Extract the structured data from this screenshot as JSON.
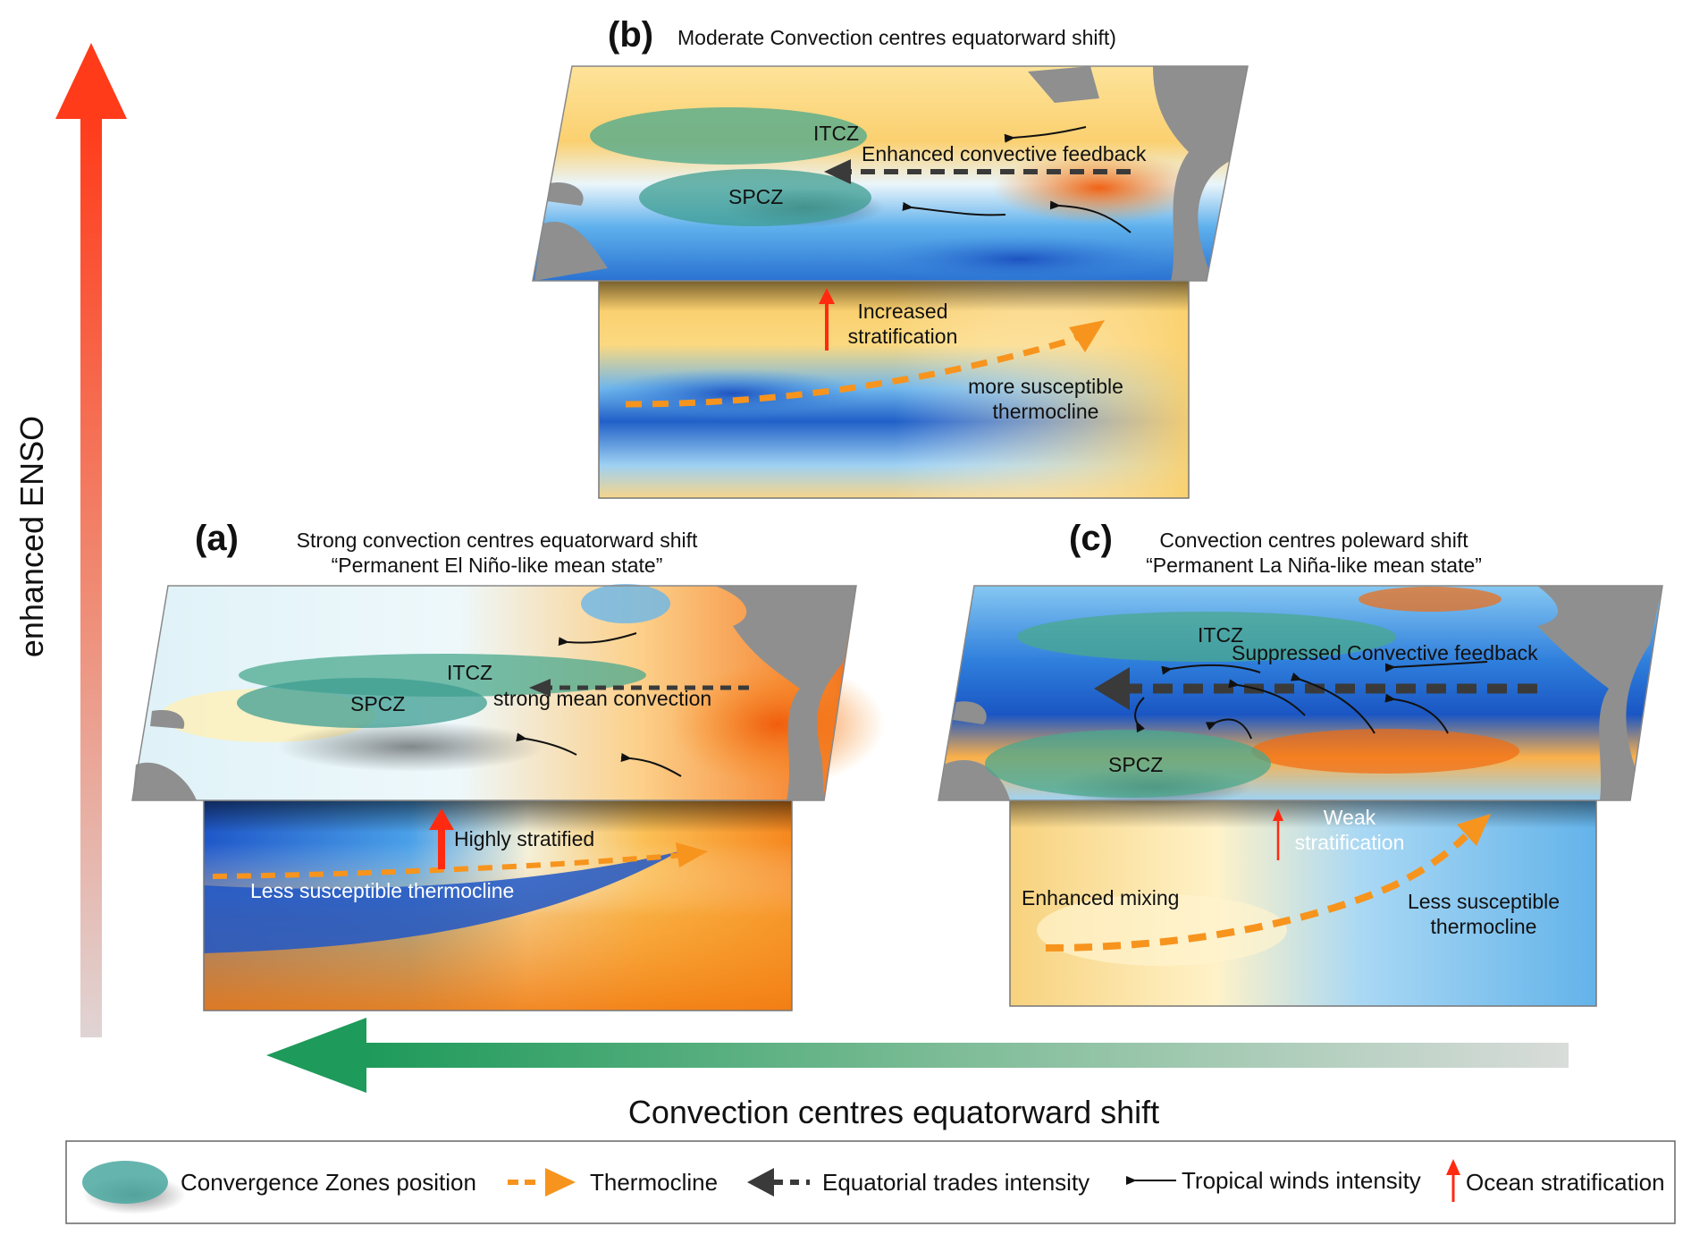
{
  "axes": {
    "vertical_label": "enhanced ENSO",
    "horizontal_label": "Convection centres equatorward shift"
  },
  "panels": {
    "a": {
      "letter": "(a)",
      "title_line1": "Strong convection centres equatorward shift",
      "title_line2": "“Permanent El Niño-like mean state”",
      "itcz": "ITCZ",
      "spcz": "SPCZ",
      "convection": "strong mean convection",
      "stratification": "Highly stratified",
      "thermocline": "Less susceptible thermocline"
    },
    "b": {
      "letter": "(b)",
      "title": "Moderate Convection centres equatorward shift)",
      "itcz": "ITCZ",
      "spcz": "SPCZ",
      "feedback": "Enhanced convective feedback",
      "stratification_line1": "Increased",
      "stratification_line2": "stratification",
      "thermocline_line1": "more susceptible",
      "thermocline_line2": "thermocline"
    },
    "c": {
      "letter": "(c)",
      "title_line1": "Convection centres poleward shift",
      "title_line2": "“Permanent La Niña-like mean state”",
      "itcz": "ITCZ",
      "spcz": "SPCZ",
      "feedback": "Suppressed Convective feedback",
      "stratification_line1": "Weak",
      "stratification_line2": "stratification",
      "mixing": "Enhanced mixing",
      "thermocline_line1": "Less susceptible",
      "thermocline_line2": "thermocline"
    }
  },
  "legend": {
    "items": [
      {
        "icon": "convergence-zone-ellipse-icon",
        "label": "Convergence Zones position"
      },
      {
        "icon": "dashed-orange-arrow-icon",
        "label": "Thermocline"
      },
      {
        "icon": "dashed-black-arrow-icon",
        "label": "Equatorial trades intensity"
      },
      {
        "icon": "thin-black-arrow-icon",
        "label": "Tropical winds intensity"
      },
      {
        "icon": "red-up-arrow-icon",
        "label": "Ocean stratification"
      }
    ]
  },
  "colors": {
    "enso_arrow": "#ff3b1a",
    "shift_arrow": "#1e9a5a",
    "thermocline": "#f7941d",
    "trades": "#3a3a3a",
    "stratification": "#ff2a10",
    "convergence_zone": "#4aa88e",
    "land": "#8f8f8f"
  }
}
